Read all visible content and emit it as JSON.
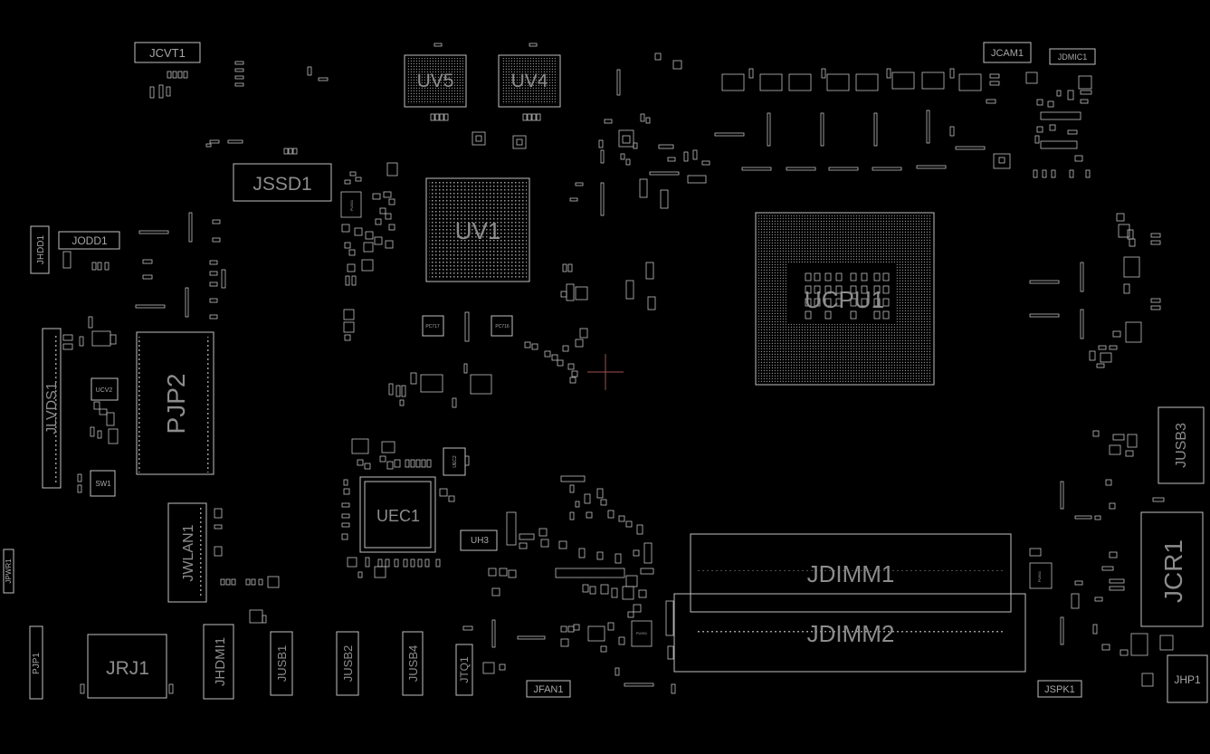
{
  "colors": {
    "background": "#000000",
    "outline": "#bfbfbf",
    "label_large": "#8c8c8c",
    "label_small": "#a6a6a6",
    "cursor": "#a05050"
  },
  "labels": {
    "jcvt1": "JCVT1",
    "uv5": "UV5",
    "uv4": "UV4",
    "jcam1": "JCAM1",
    "jdmic1": "JDMIC1",
    "jssd1": "JSSD1",
    "uv1": "UV1",
    "jhdd1": "JHDD1",
    "jodd1": "JODD1",
    "ucpu1": "UCPU1",
    "jlvds1": "JLVDS1",
    "pjp2": "PJP2",
    "ucv2": "UCV2",
    "sw1": "SW1",
    "pc717": "PC717",
    "pc716": "PC716",
    "jusb3": "JUSB3",
    "uec1": "UEC1",
    "uec2": "UEC2",
    "uh3": "UH3",
    "jwlan1": "JWLAN1",
    "jcr1": "JCR1",
    "jdimm1": "JDIMM1",
    "jdimm2": "JDIMM2",
    "jpwr1": "JPWR1",
    "pjp1": "PJP1",
    "jrj1": "JRJ1",
    "jhdmi1": "JHDMI1",
    "jusb1": "JUSB1",
    "jusb2": "JUSB2",
    "jusb4": "JUSB4",
    "jtq1": "JTQ1",
    "jfan1": "JFAN1",
    "jspk1": "JSPK1",
    "jhp1": "JHP1",
    "pu401": "PU401",
    "pu901": "PU901",
    "pu801": "PU801"
  }
}
